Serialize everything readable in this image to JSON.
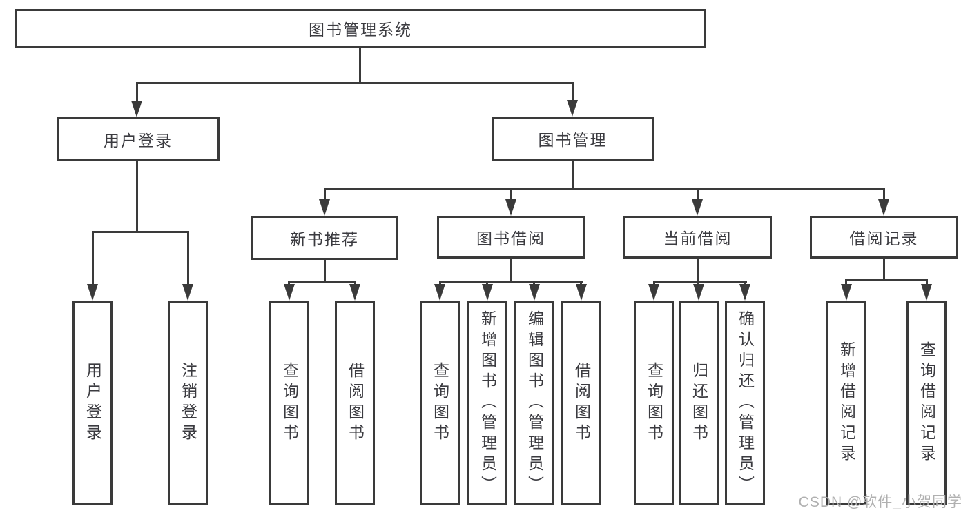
{
  "diagram": {
    "title_node": {
      "label": "图书管理系统"
    },
    "level2": [
      {
        "id": "user-login",
        "label": "用户登录"
      },
      {
        "id": "book-management",
        "label": "图书管理"
      }
    ],
    "level3": [
      {
        "id": "new-book-recommend",
        "label": "新书推荐",
        "parent": "图书管理"
      },
      {
        "id": "book-borrowing",
        "label": "图书借阅",
        "parent": "图书管理"
      },
      {
        "id": "current-borrowing",
        "label": "当前借阅",
        "parent": "图书管理"
      },
      {
        "id": "borrowing-records",
        "label": "借阅记录",
        "parent": "图书管理"
      }
    ],
    "leaves": [
      {
        "label": "用户登录",
        "parent": "用户登录"
      },
      {
        "label": "注销登录",
        "parent": "用户登录"
      },
      {
        "label": "查询图书",
        "parent": "新书推荐"
      },
      {
        "label": "借阅图书",
        "parent": "新书推荐"
      },
      {
        "label": "查询图书",
        "parent": "图书借阅"
      },
      {
        "label": "新增图书（管理员）",
        "parent": "图书借阅"
      },
      {
        "label": "编辑图书（管理员）",
        "parent": "图书借阅"
      },
      {
        "label": "借阅图书",
        "parent": "图书借阅"
      },
      {
        "label": "查询图书",
        "parent": "当前借阅"
      },
      {
        "label": "归还图书",
        "parent": "当前借阅"
      },
      {
        "label": "确认归还（管理员）",
        "parent": "当前借阅"
      },
      {
        "label": "新增借阅记录",
        "parent": "借阅记录"
      },
      {
        "label": "查询借阅记录",
        "parent": "借阅记录"
      }
    ]
  },
  "watermark": {
    "text": "CSDN @软件_小贺同学"
  },
  "colors": {
    "line": "#3a3a3a",
    "text": "#3b3b40",
    "watermark": "#b0b0b0",
    "background": "#ffffff"
  }
}
